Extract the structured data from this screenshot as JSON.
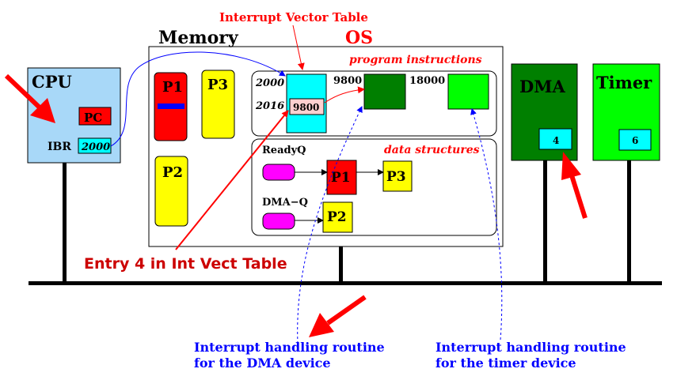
{
  "labels": {
    "ivt_title": "Interrupt Vector Table",
    "memory": "Memory",
    "os": "OS",
    "program_instructions": "program instructions",
    "data_structures": "data structures",
    "cpu": "CPU",
    "pc": "PC",
    "ibr": "IBR",
    "ibr_value": "2000",
    "p1": "P1",
    "p2": "P2",
    "p3": "P3",
    "addr_2000": "2000",
    "addr_2016": "2016",
    "ivt_entry_value": "9800",
    "addr_9800": "9800",
    "addr_18000": "18000",
    "readyq": "ReadyQ",
    "dmaq": "DMA−Q",
    "dma": "DMA",
    "dma_value": "4",
    "timer": "Timer",
    "timer_value": "6",
    "entry4": "Entry 4 in Int Vect Table",
    "dma_routine_line1": "Interrupt handling routine",
    "dma_routine_line2": "for the DMA device",
    "timer_routine_line1": "Interrupt handling routine",
    "timer_routine_line2": "for the timer device"
  },
  "colors": {
    "red": "#ff0000",
    "dark_red": "#cc0000",
    "yellow": "#ffff00",
    "cyan": "#00ffff",
    "dark_green": "#007f00",
    "green": "#00ff00",
    "magenta": "#ff00ff",
    "blue": "#0000ff",
    "cpu_blue": "#a8d8f8",
    "ivt_entry": "#ffd0d0"
  }
}
